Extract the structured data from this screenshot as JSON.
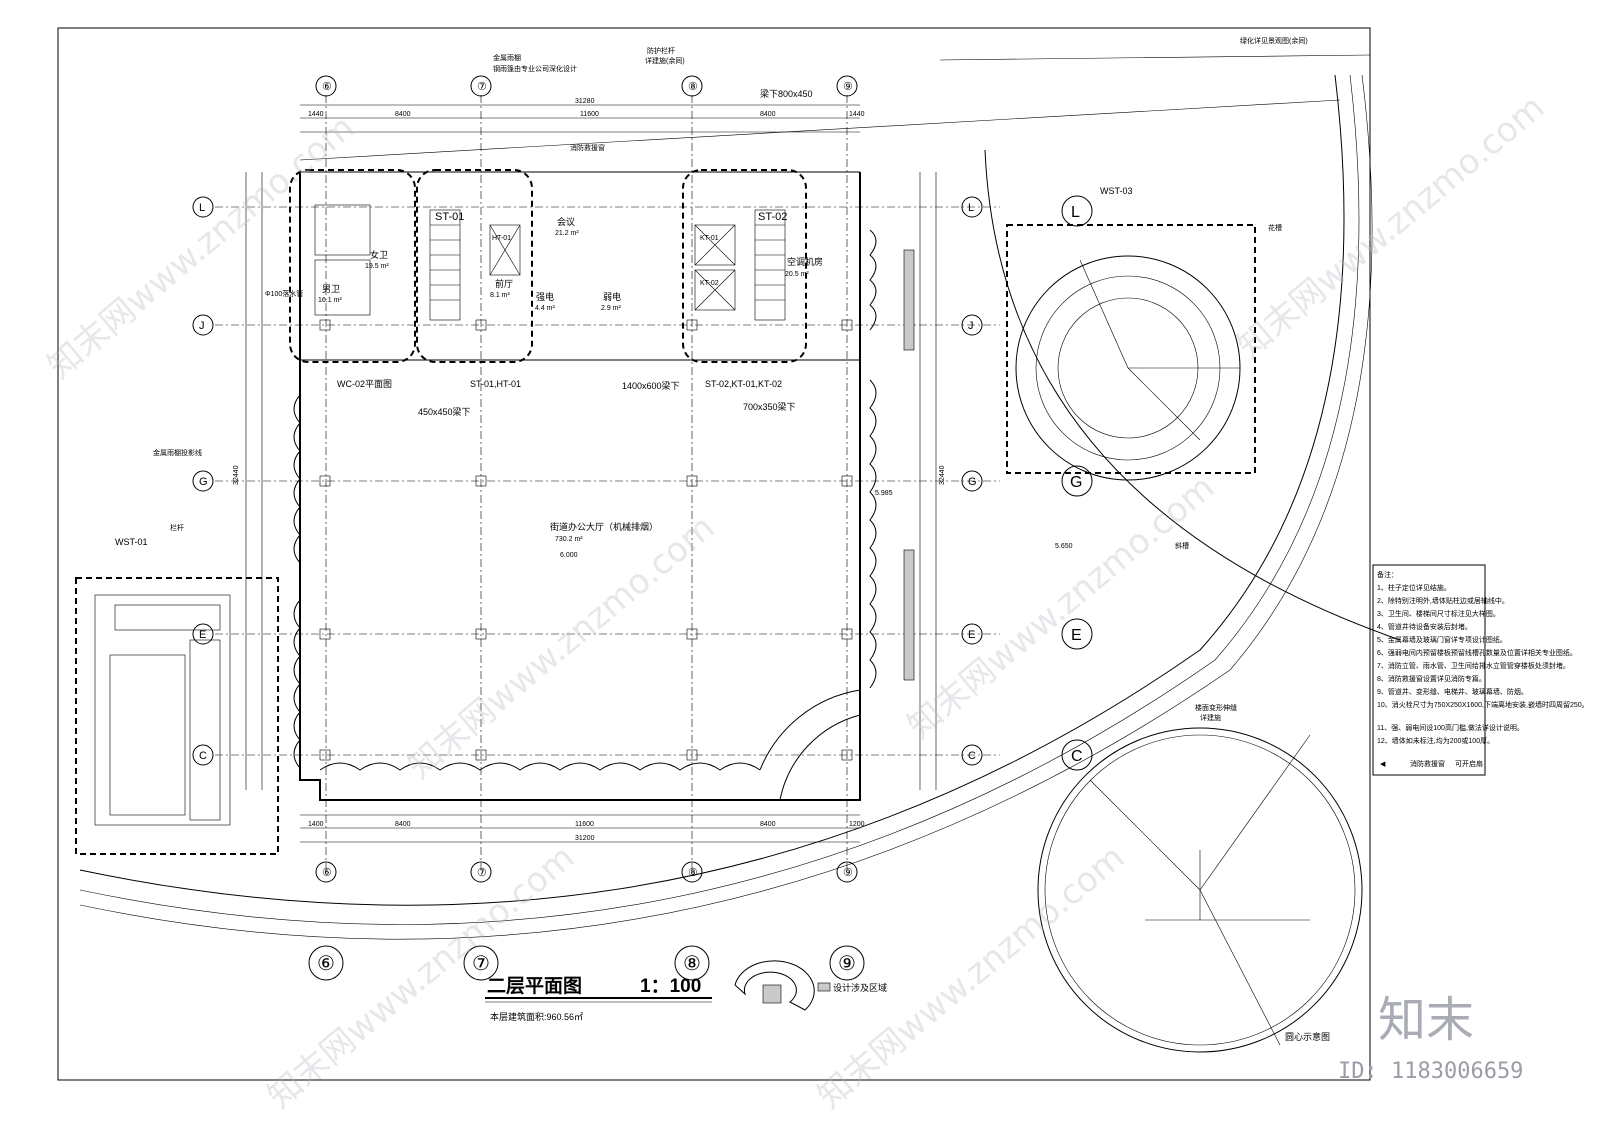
{
  "drawing_title": "二层平面图",
  "scale": "1：100",
  "area_note": "本层建筑面积:960.56㎡",
  "legend_region": "设计涉及区域",
  "circle_caption": "圆心示意图",
  "brand": "知末",
  "image_id": "ID: 1183006659",
  "watermark": "知末网www.znzmo.com",
  "axis_vertical": [
    "⑥",
    "⑦",
    "⑧",
    "⑨"
  ],
  "axis_horizontal": [
    "L",
    "J",
    "G",
    "E",
    "C"
  ],
  "overall_dims": {
    "top": "31280",
    "top2": "11600",
    "bottom": "31200",
    "left": "32440",
    "right": "32440"
  },
  "dim_row_top": [
    "1440",
    "8400",
    "11600",
    "8400",
    "1440"
  ],
  "dim_row_bottom": [
    "1400",
    "8400",
    "11600",
    "8400",
    "1200"
  ],
  "rooms": [
    {
      "name": "女卫",
      "area": "19.5 m²"
    },
    {
      "name": "男卫",
      "area": "16.1 m²"
    },
    {
      "name": "会议",
      "area": "21.2 m²"
    },
    {
      "name": "前厅",
      "area": "8.1 m²"
    },
    {
      "name": "强电",
      "area": "4.4 m²"
    },
    {
      "name": "弱电",
      "area": "2.9 m²"
    },
    {
      "name": "空调机房",
      "area": "20.5 m²"
    },
    {
      "name": "街道办公大厅（机械排烟）",
      "area": "730.2 m²"
    }
  ],
  "stairs": [
    "ST-01",
    "ST-02",
    "HT-01",
    "KT-01",
    "KT-02"
  ],
  "detail_tags": [
    "WST-01",
    "WST-03",
    "WC-02平面图",
    "ST-01,HT-01",
    "ST-02,KT-01,KT-02"
  ],
  "annotations": [
    "金属雨棚",
    "钢雨篷由专业公司深化设计",
    "防护栏杆",
    "详建施(余同)",
    "消防救援窗",
    "梁下800x450",
    "绿化详见景观图(余同)",
    "450x450梁下",
    "1400x600梁下",
    "700x350梁下",
    "金属雨棚投影线",
    "栏杆",
    "花槽",
    "斜槽",
    "楼面变形伸缝",
    "详建施",
    "Φ100落水管",
    "6.000",
    "5.985",
    "5.650"
  ],
  "notes_title": "备注：",
  "notes": [
    "1、柱子定位详见结施。",
    "2、除特别注明外,墙体贴柱边或居轴线中。",
    "3、卫生间、楼梯间尺寸标注见大样图。",
    "4、管道井待设备安装后封堵。",
    "5、金属幕墙及玻璃门窗详专项设计图纸。",
    "6、强弱电间内预留楼板预留线槽孔数量及位置详相关专业图纸。",
    "7、消防立管、雨水管、卫生间给排水立管管穿楼板处须封堵。",
    "8、消防救援窗设置详见消防专篇。",
    "9、管道井、变形缝、电梯井、玻璃幕墙、防烟。",
    "10、消火栓尺寸为750X250X1600,下端离地安装,嵌墙时四周留250。",
    "11、强、弱电间设100高门槛,做法详设计说明。",
    "12、墙体如未标注,均为200或100厚。"
  ],
  "legend_items": [
    {
      "symbol": "◀",
      "label": "消防救援窗",
      "note": "可开启扇"
    }
  ],
  "colors": {
    "line": "#000000",
    "hatch": "#c9c9c9",
    "watermark": "#b9bcc4"
  }
}
